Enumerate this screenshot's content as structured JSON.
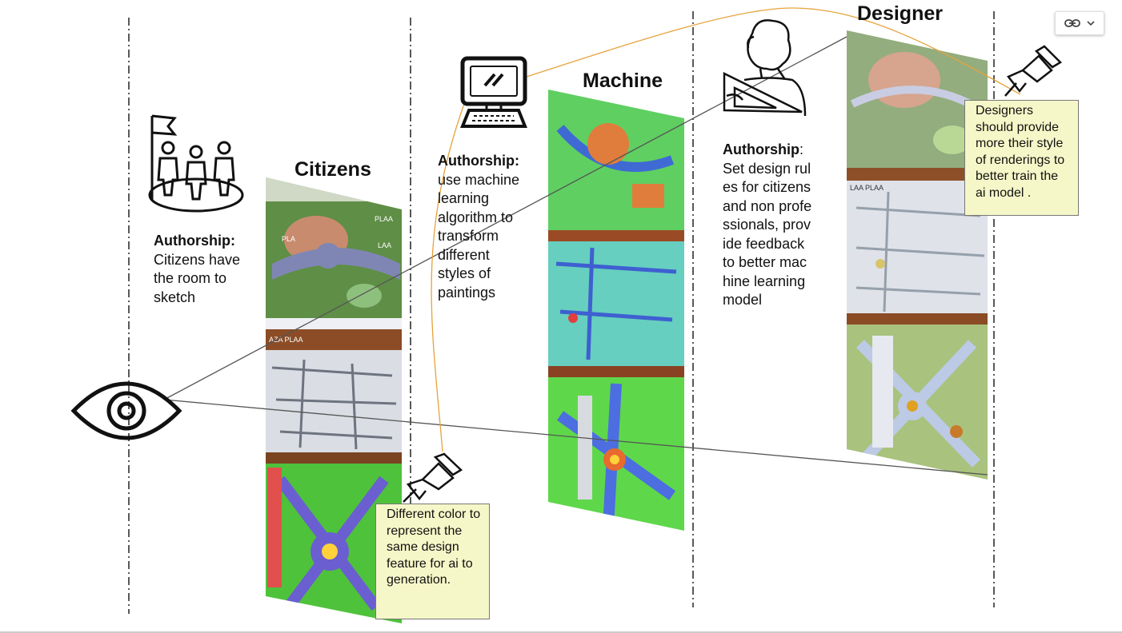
{
  "headings": {
    "citizens": "Citizens",
    "machine": "Machine",
    "designer": "Designer"
  },
  "authorship": {
    "citizens": {
      "label": "Authorship:",
      "text": "Citizens have the room to sketch"
    },
    "machine": {
      "label": "Authorship:",
      "text": "use machine learning algorithm to transform different styles of paintings"
    },
    "designer": {
      "label": "Authorship",
      "text": ": Set design rules for citizens and non professionals, provide feedback to better machine learning model"
    }
  },
  "notes": {
    "citizens": "Different color to represent the same design feature for ai to generation.",
    "designer": "Designers should provide more their style of renderings to better train the ai model ."
  },
  "icons": {
    "viewer": "eye-icon",
    "citizens": "people-with-flag-icon",
    "machine": "computer-icon",
    "designer": "designer-with-triangle-ruler-icon",
    "pin": "pushpin-icon",
    "link": "link-icon",
    "dropdown": "chevron-down-icon"
  },
  "map_labels": [
    "PLA",
    "PLAA",
    "LAA",
    "AZA PLAA",
    "LAA PLAA"
  ]
}
